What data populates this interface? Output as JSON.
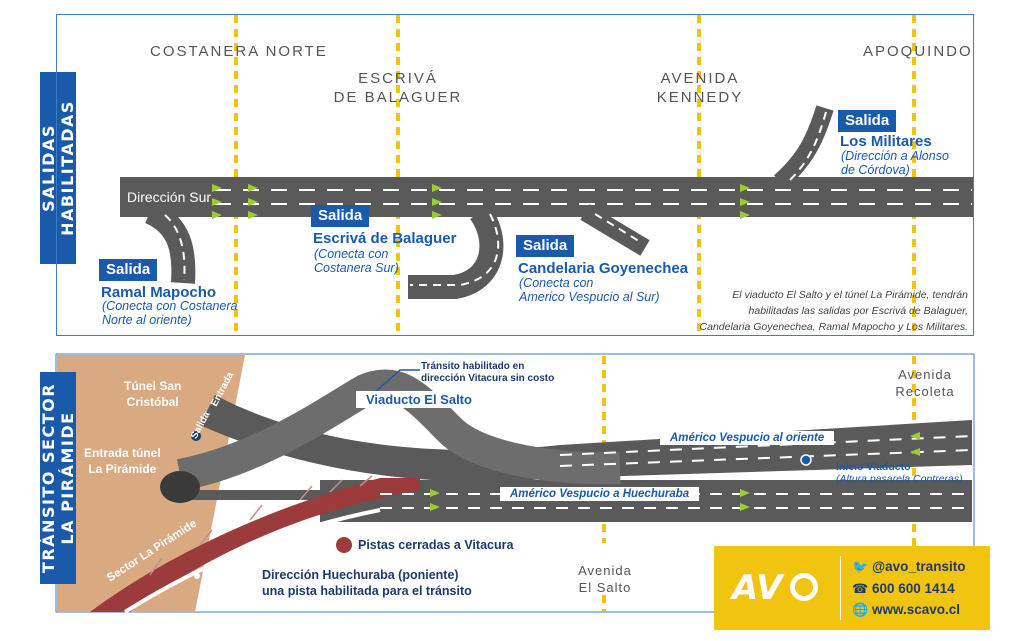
{
  "colors": {
    "blue": "#1a5aab",
    "road": "#5a5a5a",
    "lane": "#ffffff",
    "arrow": "#9acd32",
    "cross_street": "#f1c40f",
    "sand": "#d9a982",
    "closed": "#9b3b3b",
    "brand_bg": "#f1c40f",
    "navy": "#1d3a6e"
  },
  "top": {
    "side_label": [
      "SALIDAS",
      "HABILITADAS"
    ],
    "streets": {
      "costanera": "COSTANERA NORTE",
      "escriva_1": "ESCRIVÁ",
      "escriva_2": "DE BALAGUER",
      "kennedy_1": "AVENIDA",
      "kennedy_2": "KENNEDY",
      "apoquindo": "APOQUINDO"
    },
    "direction": "Dirección Sur",
    "exit_tag": "Salida",
    "exits": {
      "militares": {
        "name": "Los Militares",
        "note_1": "(Dirección a Alonso",
        "note_2": "de Córdova)"
      },
      "escriva": {
        "name": "Escrivá de Balaguer",
        "note_1": "(Conecta con",
        "note_2": "Costanera Sur)"
      },
      "candelaria": {
        "name": "Candelaria Goyenechea",
        "note_1": "(Conecta con",
        "note_2": "Americo Vespucio al Sur)"
      },
      "mapocho": {
        "name": "Ramal Mapocho",
        "note_1": "(Conecta con Costanera",
        "note_2": "Norte al oriente)"
      }
    },
    "footnote": [
      "El viaducto El Salto y el túnel La Pirámide, tendrán",
      "habilitadas las salidas por Escrivá de Balaguer,",
      "Candelaria Goyenechea, Ramal Mapocho y Los Militares."
    ]
  },
  "bottom": {
    "side_label": [
      "TRÁNSITO SECTOR",
      "LA PIRÁMIDE"
    ],
    "tunel_san_cristobal_1": "Túnel San",
    "tunel_san_cristobal_2": "Cristóbal",
    "entrada": "Entrada",
    "salida": "Salida",
    "entrada_tunel_1": "Entrada túnel",
    "entrada_tunel_2": "La Pirámide",
    "transito_1": "Tránsito habilitado en",
    "transito_2": "dirección Vitacura sin costo",
    "viaducto": "Viaducto El Salto",
    "av_recoleta_1": "Avenida",
    "av_recoleta_2": "Recoleta",
    "vespucio_oriente": "Américo Vespucio al oriente",
    "inicio_1": "Inicio Viaducto",
    "inicio_2": "(Altura pasarela Contreras)",
    "vespucio_huechuraba": "Américo Vespucio a Huechuraba",
    "pistas_cerradas": "Pistas cerradas a Vitacura",
    "sector": "Sector La Pirámide",
    "huechuraba_1": "Dirección Huechuraba (poniente)",
    "huechuraba_2": "una pista habilitada para el tránsito",
    "av_salto_1": "Avenida",
    "av_salto_2": "El Salto"
  },
  "brand": {
    "logo": "AV",
    "twitter_icon": "twitter-icon",
    "phone_icon": "phone-icon",
    "globe_icon": "globe-icon",
    "twitter": "@avo_transito",
    "phone": "600 600 1414",
    "web": "www.scavo.cl"
  }
}
